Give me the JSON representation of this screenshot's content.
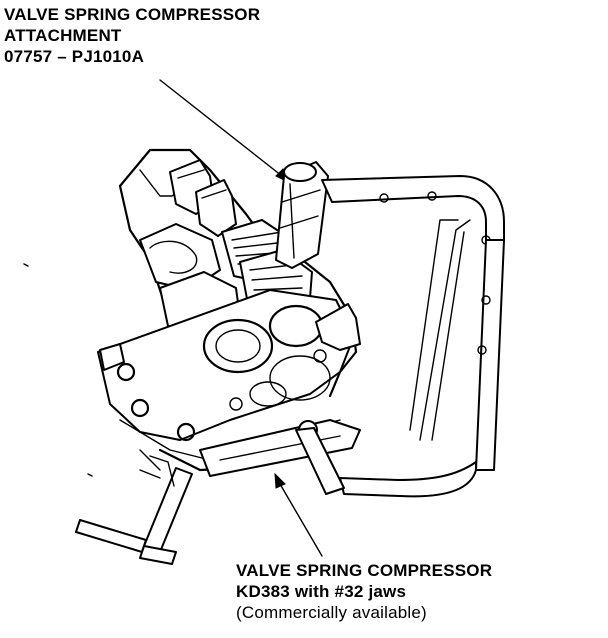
{
  "labels": {
    "top": {
      "line1": "VALVE SPRING COMPRESSOR",
      "line2": "ATTACHMENT",
      "line3": "07757 – PJ1010A"
    },
    "bottom": {
      "line1": "VALVE SPRING COMPRESSOR",
      "line2": "KD383 with #32 jaws",
      "line3": "(Commercially available)"
    }
  }
}
